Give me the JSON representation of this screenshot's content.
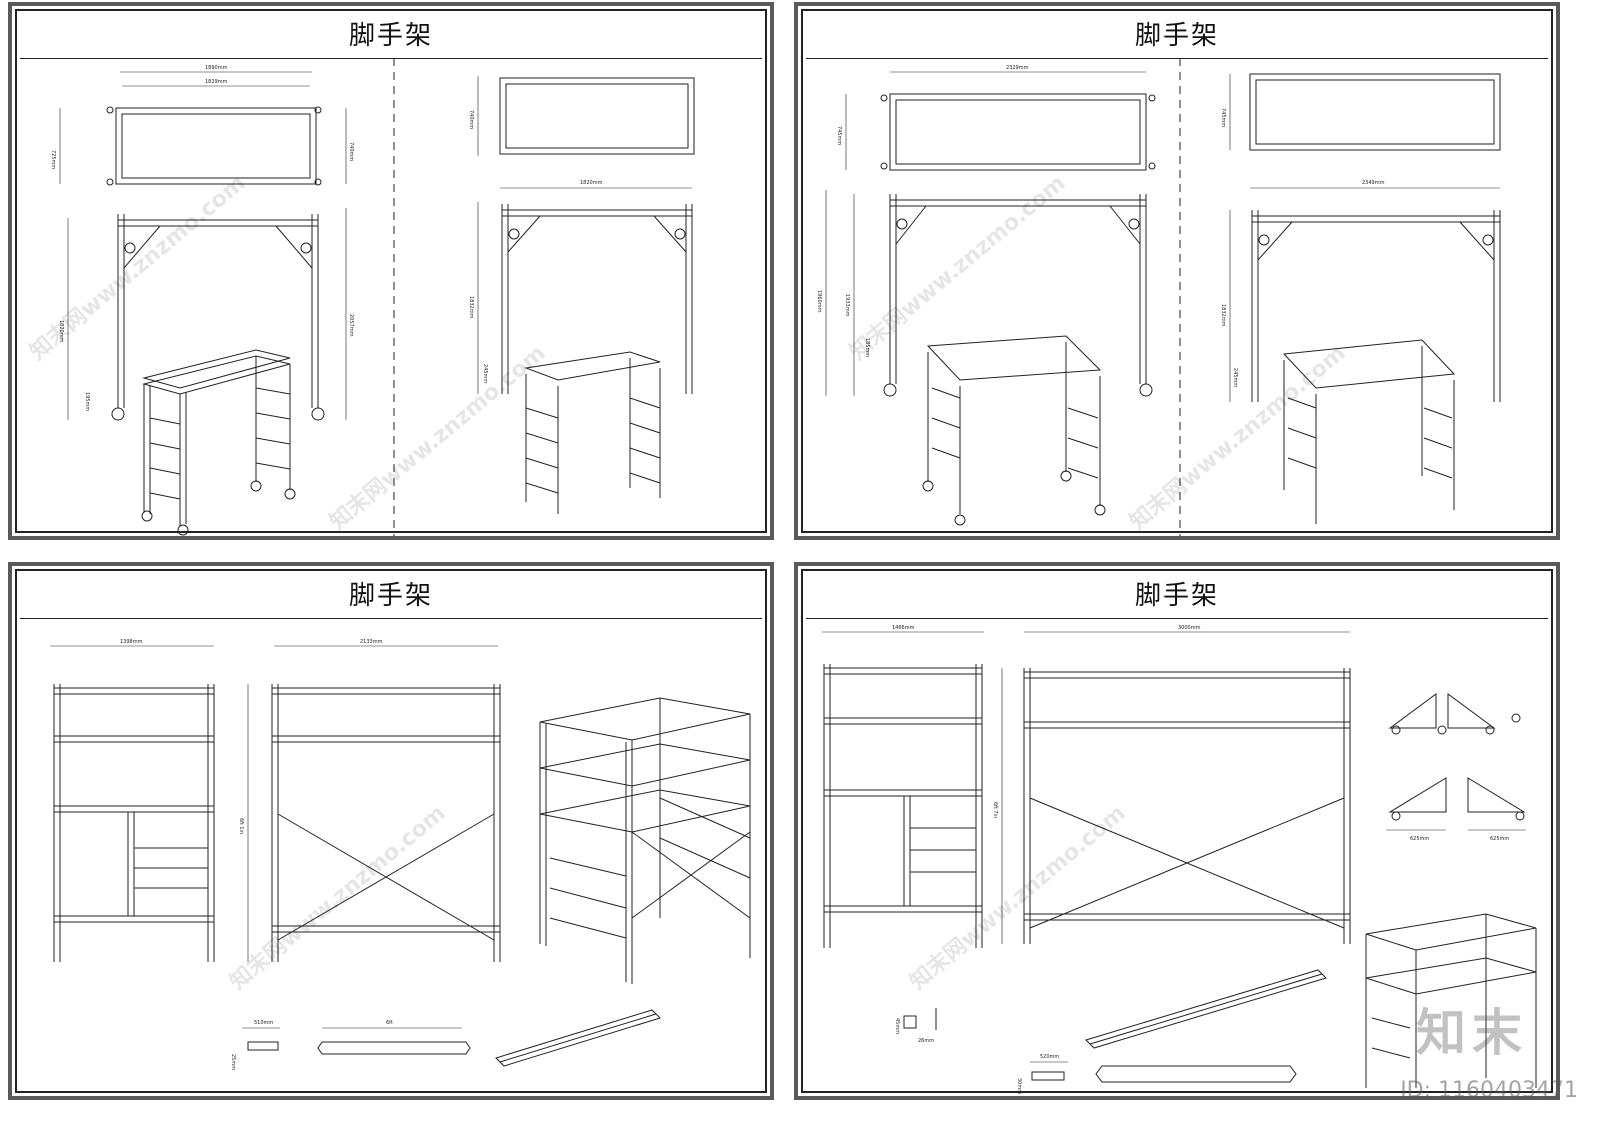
{
  "sheets": [
    {
      "title": "脚手架",
      "dims": [
        "1890mm",
        "1829mm",
        "725mm",
        "740mm",
        "1820mm",
        "2057mm",
        "195mm",
        "740mm",
        "1820mm",
        "1832mm",
        "245mm"
      ]
    },
    {
      "title": "脚手架",
      "dims": [
        "2329mm",
        "745mm",
        "1960mm",
        "1933mm",
        "185mm",
        "745mm",
        "2349mm",
        "1832mm",
        "245mm"
      ]
    },
    {
      "title": "脚手架",
      "dims": [
        "1398mm",
        "2133mm",
        "6ft 1in",
        "510mm",
        "6ft",
        "25mm"
      ]
    },
    {
      "title": "脚手架",
      "dims": [
        "1466mm",
        "3000mm",
        "6ft 7in",
        "625mm",
        "625mm",
        "26mm",
        "45mm",
        "520mm",
        "30mm"
      ]
    }
  ],
  "watermark": "知末网www.znzmo.com",
  "logo": "知末",
  "image_id": "ID: 1160403471"
}
